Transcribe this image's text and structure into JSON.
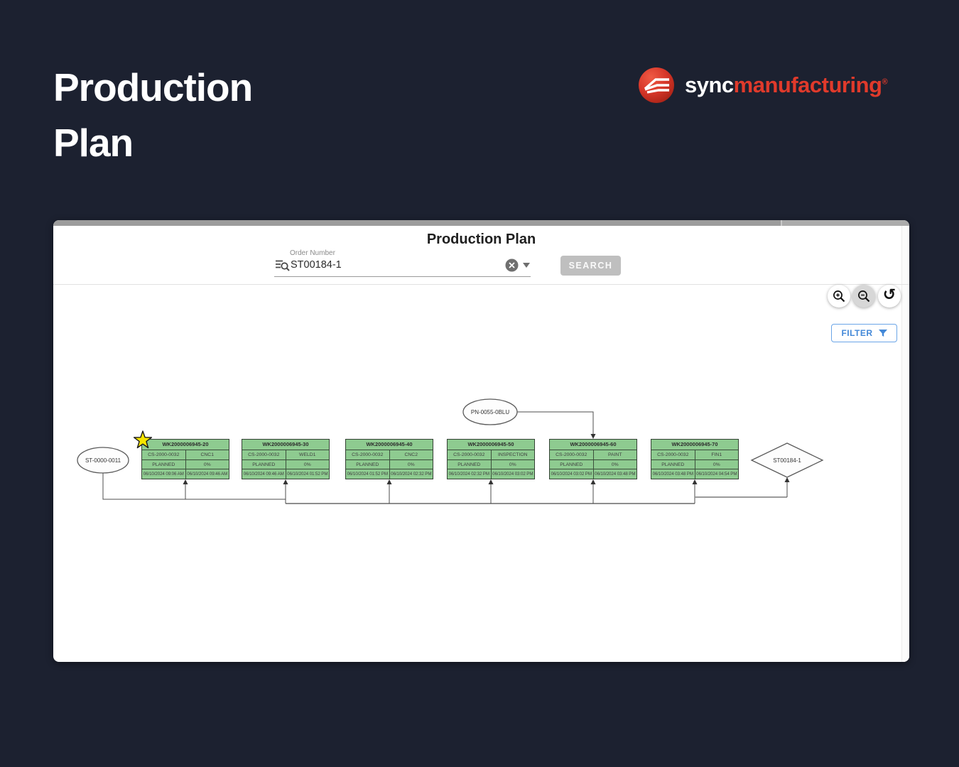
{
  "page": {
    "heading": "Production Plan"
  },
  "brand": {
    "name_prefix": "sync",
    "name_suffix": "manufacturing",
    "registered": "®",
    "accent_red": "#e03a2b"
  },
  "colors": {
    "background": "#1c2130",
    "node_green": "#8ecb90",
    "filter_blue": "#4388d8",
    "search_button_gray": "#bfbfbf"
  },
  "icons": {
    "logo": "sync-branching-lines",
    "search_field": "manage-search",
    "clear": "clear-circle-x",
    "dropdown": "caret-down",
    "zoom_in": "magnifier-plus",
    "zoom_out": "magnifier-minus",
    "reset": "rotate-ccw",
    "reset_glyph": "↺",
    "filter": "funnel",
    "star": "favorite-star"
  },
  "panel": {
    "title": "Production Plan",
    "search": {
      "label": "Order Number",
      "value": "ST00184-1",
      "button_label": "SEARCH"
    },
    "filter_label": "FILTER"
  },
  "diagram": {
    "source_node": {
      "label": "ST-0000-0011"
    },
    "material_node": {
      "label": "PN-0055-0BLU"
    },
    "order_node": {
      "label": "ST00184-1"
    },
    "boxes": [
      {
        "id": "WK2000006945-20",
        "part": "CS-2000-0032",
        "resource": "CNC1",
        "status": "PLANNED",
        "progress": "0%",
        "start": "06/10/2024 09:06 AM",
        "end": "06/10/2024 09:46 AM",
        "starred": true
      },
      {
        "id": "WK2000006945-30",
        "part": "CS-2000-0032",
        "resource": "WELD1",
        "status": "PLANNED",
        "progress": "0%",
        "start": "06/10/2024 09:46 AM",
        "end": "06/10/2024 01:52 PM",
        "starred": false
      },
      {
        "id": "WK2000006945-40",
        "part": "CS-2000-0032",
        "resource": "CNC2",
        "status": "PLANNED",
        "progress": "0%",
        "start": "06/10/2024 01:52 PM",
        "end": "06/10/2024 02:32 PM",
        "starred": false
      },
      {
        "id": "WK2000006945-50",
        "part": "CS-2000-0032",
        "resource": "INSPECTION",
        "status": "PLANNED",
        "progress": "0%",
        "start": "06/10/2024 02:32 PM",
        "end": "06/10/2024 03:02 PM",
        "starred": false
      },
      {
        "id": "WK2000006945-60",
        "part": "CS-2000-0032",
        "resource": "PAINT",
        "status": "PLANNED",
        "progress": "0%",
        "start": "06/10/2024 03:02 PM",
        "end": "06/10/2024 03:48 PM",
        "starred": false
      },
      {
        "id": "WK2000006945-70",
        "part": "CS-2000-0032",
        "resource": "FIN1",
        "status": "PLANNED",
        "progress": "0%",
        "start": "06/10/2024 03:48 PM",
        "end": "06/10/2024 04:54 PM",
        "starred": false
      }
    ]
  }
}
